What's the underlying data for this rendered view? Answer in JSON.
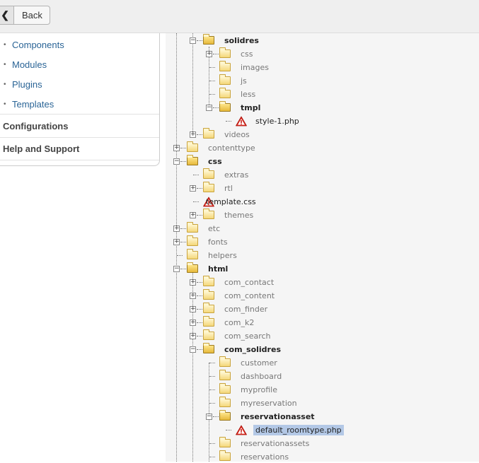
{
  "toolbar": {
    "back_label": "Back"
  },
  "sidebar": {
    "items": [
      {
        "label": "Components"
      },
      {
        "label": "Modules"
      },
      {
        "label": "Plugins"
      },
      {
        "label": "Templates"
      }
    ],
    "sections": [
      {
        "label": "Configurations"
      },
      {
        "label": "Help and Support"
      }
    ]
  },
  "tree": [
    {
      "label": "solidres",
      "level": 1,
      "kind": "folder",
      "expander": "minus",
      "open": true
    },
    {
      "label": "css",
      "level": 2,
      "kind": "folder",
      "expander": "plus"
    },
    {
      "label": "images",
      "level": 2,
      "kind": "folder"
    },
    {
      "label": "js",
      "level": 2,
      "kind": "folder"
    },
    {
      "label": "less",
      "level": 2,
      "kind": "folder"
    },
    {
      "label": "tmpl",
      "level": 2,
      "kind": "folder",
      "expander": "minus",
      "open": true
    },
    {
      "label": "style-1.php",
      "level": 3,
      "kind": "file-warning"
    },
    {
      "label": "videos",
      "level": 1,
      "kind": "folder",
      "expander": "plus"
    },
    {
      "label": "contenttype",
      "level": 0,
      "kind": "folder",
      "expander": "plus"
    },
    {
      "label": "css",
      "level": 0,
      "kind": "folder",
      "expander": "minus",
      "open": true
    },
    {
      "label": "extras",
      "level": 1,
      "kind": "folder"
    },
    {
      "label": "rtl",
      "level": 1,
      "kind": "folder",
      "expander": "plus"
    },
    {
      "label": "template.css",
      "level": 1,
      "kind": "file-warning"
    },
    {
      "label": "themes",
      "level": 1,
      "kind": "folder",
      "expander": "plus"
    },
    {
      "label": "etc",
      "level": 0,
      "kind": "folder",
      "expander": "plus"
    },
    {
      "label": "fonts",
      "level": 0,
      "kind": "folder",
      "expander": "plus"
    },
    {
      "label": "helpers",
      "level": 0,
      "kind": "folder"
    },
    {
      "label": "html",
      "level": 0,
      "kind": "folder",
      "expander": "minus",
      "open": true
    },
    {
      "label": "com_contact",
      "level": 1,
      "kind": "folder",
      "expander": "plus"
    },
    {
      "label": "com_content",
      "level": 1,
      "kind": "folder",
      "expander": "plus"
    },
    {
      "label": "com_finder",
      "level": 1,
      "kind": "folder",
      "expander": "plus"
    },
    {
      "label": "com_k2",
      "level": 1,
      "kind": "folder",
      "expander": "plus"
    },
    {
      "label": "com_search",
      "level": 1,
      "kind": "folder",
      "expander": "plus"
    },
    {
      "label": "com_solidres",
      "level": 1,
      "kind": "folder",
      "expander": "minus",
      "open": true
    },
    {
      "label": "customer",
      "level": 2,
      "kind": "folder"
    },
    {
      "label": "dashboard",
      "level": 2,
      "kind": "folder"
    },
    {
      "label": "myprofile",
      "level": 2,
      "kind": "folder"
    },
    {
      "label": "myreservation",
      "level": 2,
      "kind": "folder"
    },
    {
      "label": "reservationasset",
      "level": 2,
      "kind": "folder",
      "expander": "minus",
      "open": true
    },
    {
      "label": "default_roomtype.php",
      "level": 3,
      "kind": "file-warning",
      "selected": true
    },
    {
      "label": "reservationassets",
      "level": 2,
      "kind": "folder"
    },
    {
      "label": "reservations",
      "level": 2,
      "kind": "folder"
    }
  ]
}
